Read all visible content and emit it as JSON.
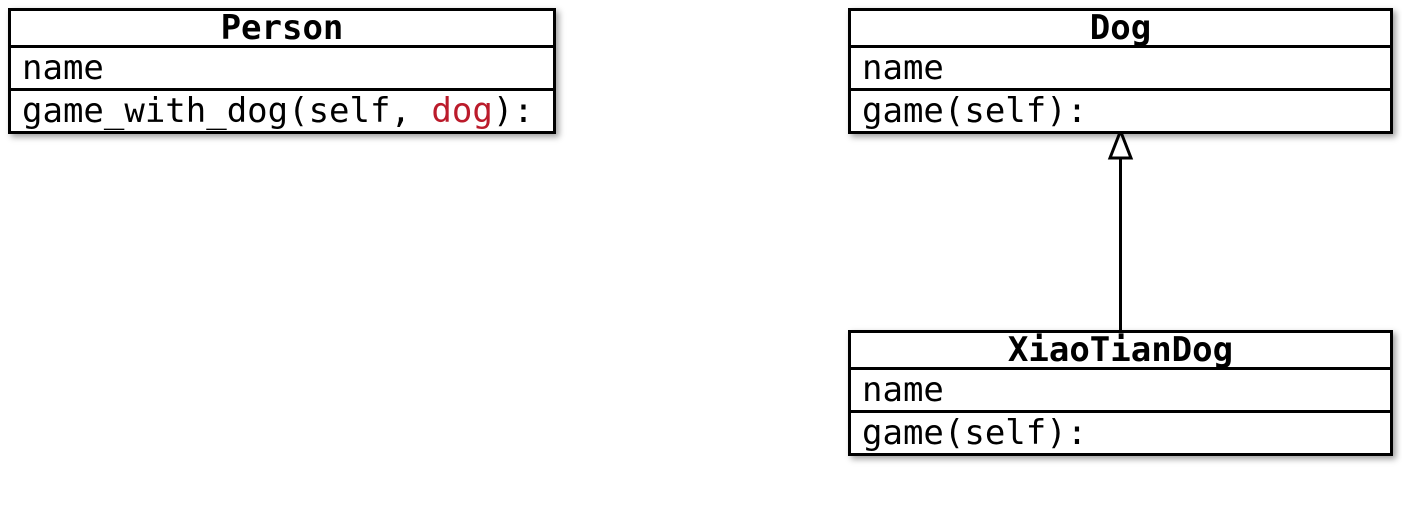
{
  "diagram_type": "uml-class-diagram",
  "classes": {
    "person": {
      "title": "Person",
      "attribute": "name",
      "method_prefix": "game_with_dog(self, ",
      "method_arg": "dog",
      "method_suffix": "):"
    },
    "dog": {
      "title": "Dog",
      "attribute": "name",
      "method": "game(self):"
    },
    "xiaotiandog": {
      "title": "XiaoTianDog",
      "attribute": "name",
      "method": "game(self):"
    }
  },
  "relations": [
    {
      "type": "inheritance",
      "from": "XiaoTianDog",
      "to": "Dog",
      "arrow": "hollow-triangle-up"
    }
  ],
  "colors": {
    "border": "#000000",
    "text": "#000000",
    "highlight_red": "#bb1b2b",
    "background": "#ffffff"
  }
}
